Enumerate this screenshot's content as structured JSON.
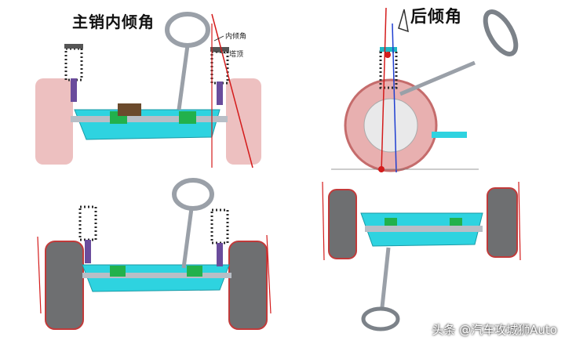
{
  "labels": {
    "kingpin_inclination_title": "主销内倾角",
    "caster_title": "后倾角",
    "inner_tilt_angle": "内倾角",
    "tower_top": "塔顶"
  },
  "watermark": "头条 @汽车攻城狮Auto",
  "colors": {
    "frame": "#2ed3e0",
    "tire": "#e8b0b0",
    "spring": "#2a2a2a",
    "boot": "#22b14c",
    "axis_red": "#d41b1b",
    "axis_blue": "#1f3fd1",
    "steering": "#9aa0a8"
  }
}
